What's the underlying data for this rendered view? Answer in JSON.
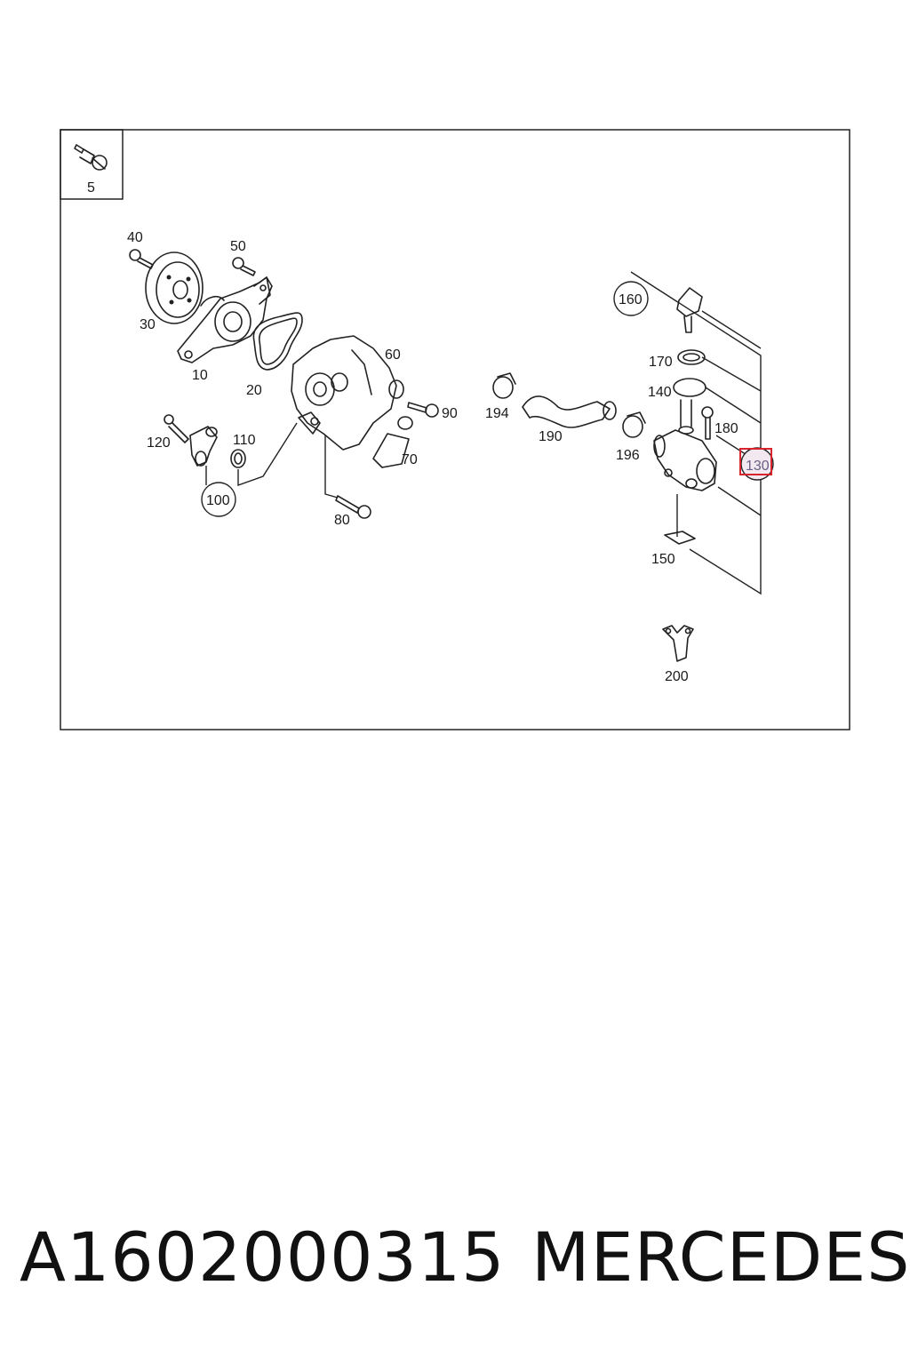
{
  "diagram": {
    "callouts": {
      "c5": "5",
      "c10": "10",
      "c20": "20",
      "c30": "30",
      "c40": "40",
      "c50": "50",
      "c60": "60",
      "c70": "70",
      "c80": "80",
      "c90": "90",
      "c100": "100",
      "c110": "110",
      "c120": "120",
      "c130": "130",
      "c140": "140",
      "c150": "150",
      "c160": "160",
      "c170": "170",
      "c180": "180",
      "c190": "190",
      "c194": "194",
      "c196": "196",
      "c200": "200"
    },
    "highlighted_callout": "130",
    "highlight_color": "#d9232d"
  },
  "footer": {
    "part_number": "A1602000315",
    "brand": "MERCEDES"
  }
}
